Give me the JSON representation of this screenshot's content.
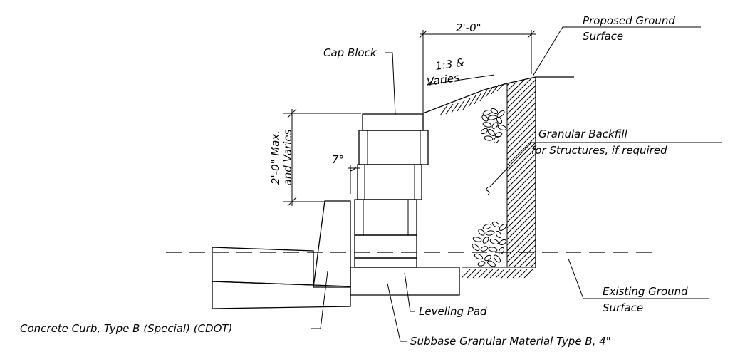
{
  "labels": {
    "proposed_ground_line1": "Proposed Ground",
    "proposed_ground_line2": "Surface",
    "dim_top": "2'-0\"",
    "slope_line1": "1:3 &",
    "slope_line2": "Varies",
    "cap_block": "Cap Block",
    "wall_height_line1": "2'-0\" Max.",
    "wall_height_line2": "and Varies",
    "angle": "7°",
    "backfill_line1": "Granular Backfill",
    "backfill_line2": "for Structures, if required",
    "existing_ground_line1": "Existing Ground",
    "existing_ground_line2": "Surface",
    "leveling_pad": "Leveling Pad",
    "concrete_curb": "Concrete Curb, Type B (Special) (CDOT)",
    "subbase": "Subbase Granular Material Type B, 4\""
  }
}
